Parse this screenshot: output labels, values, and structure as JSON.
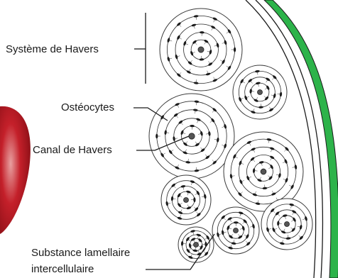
{
  "labels": {
    "haversian_system": "Système de Havers",
    "osteocytes": "Ostéocytes",
    "haversian_canal": "Canal de Havers",
    "interstitial_1": "Substance lamellaire",
    "interstitial_2": "intercellulaire"
  },
  "colors": {
    "periosteum": "#2db34a",
    "tissue": "#c4202a",
    "lines": "#1a1a1a"
  },
  "osteon_count": 8
}
